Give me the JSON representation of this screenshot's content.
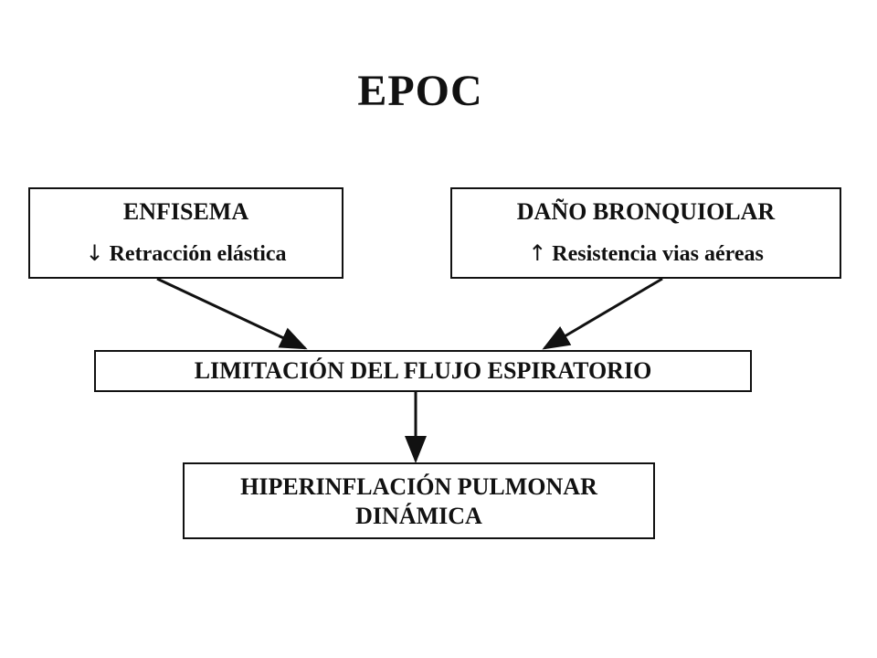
{
  "title": "EPOC",
  "nodes": {
    "enfisema": {
      "heading": "ENFISEMA",
      "detail_symbol": "↓",
      "detail": "Retracción elástica"
    },
    "dano_bronquiolar": {
      "heading": "DAÑO BRONQUIOLAR",
      "detail_symbol": "↑",
      "detail": "Resistencia vias aéreas"
    },
    "limitacion": {
      "label": "LIMITACIÓN DEL FLUJO ESPIRATORIO"
    },
    "hiperinflacion": {
      "line1": "HIPERINFLACIÓN PULMONAR",
      "line2": "DINÁMICA"
    }
  },
  "edges": [
    {
      "from": "enfisema",
      "to": "limitacion"
    },
    {
      "from": "dano_bronquiolar",
      "to": "limitacion"
    },
    {
      "from": "limitacion",
      "to": "hiperinflacion"
    }
  ],
  "colors": {
    "stroke": "#111111",
    "background": "#ffffff"
  }
}
